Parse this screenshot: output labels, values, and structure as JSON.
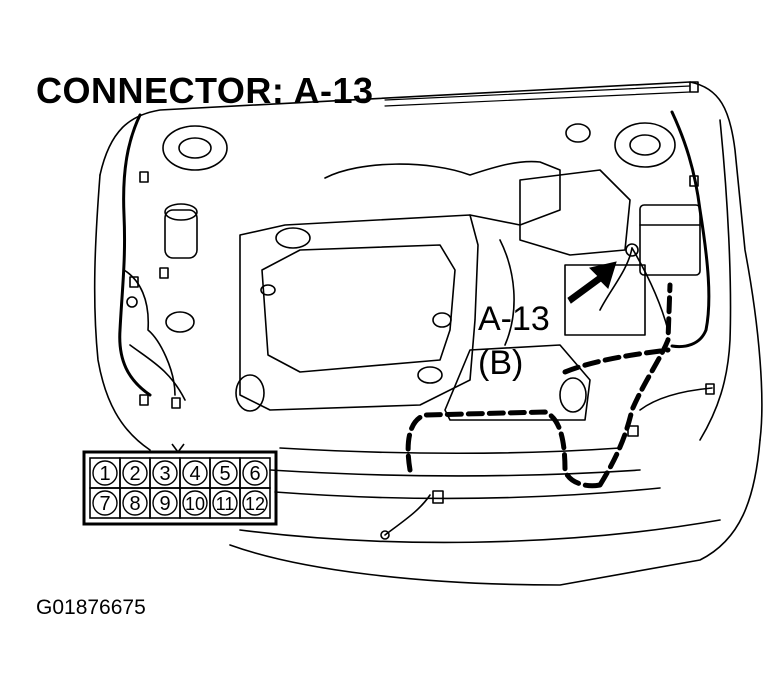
{
  "diagram": {
    "title": "CONNECTOR: A-13",
    "callout": {
      "connector_id": "A-13",
      "variant": "(B)"
    },
    "connector_pins": {
      "top_row": [
        "1",
        "2",
        "3",
        "4",
        "5",
        "6"
      ],
      "bottom_row": [
        "7",
        "8",
        "9",
        "10",
        "11",
        "12"
      ]
    },
    "figure_id": "G01876675"
  }
}
